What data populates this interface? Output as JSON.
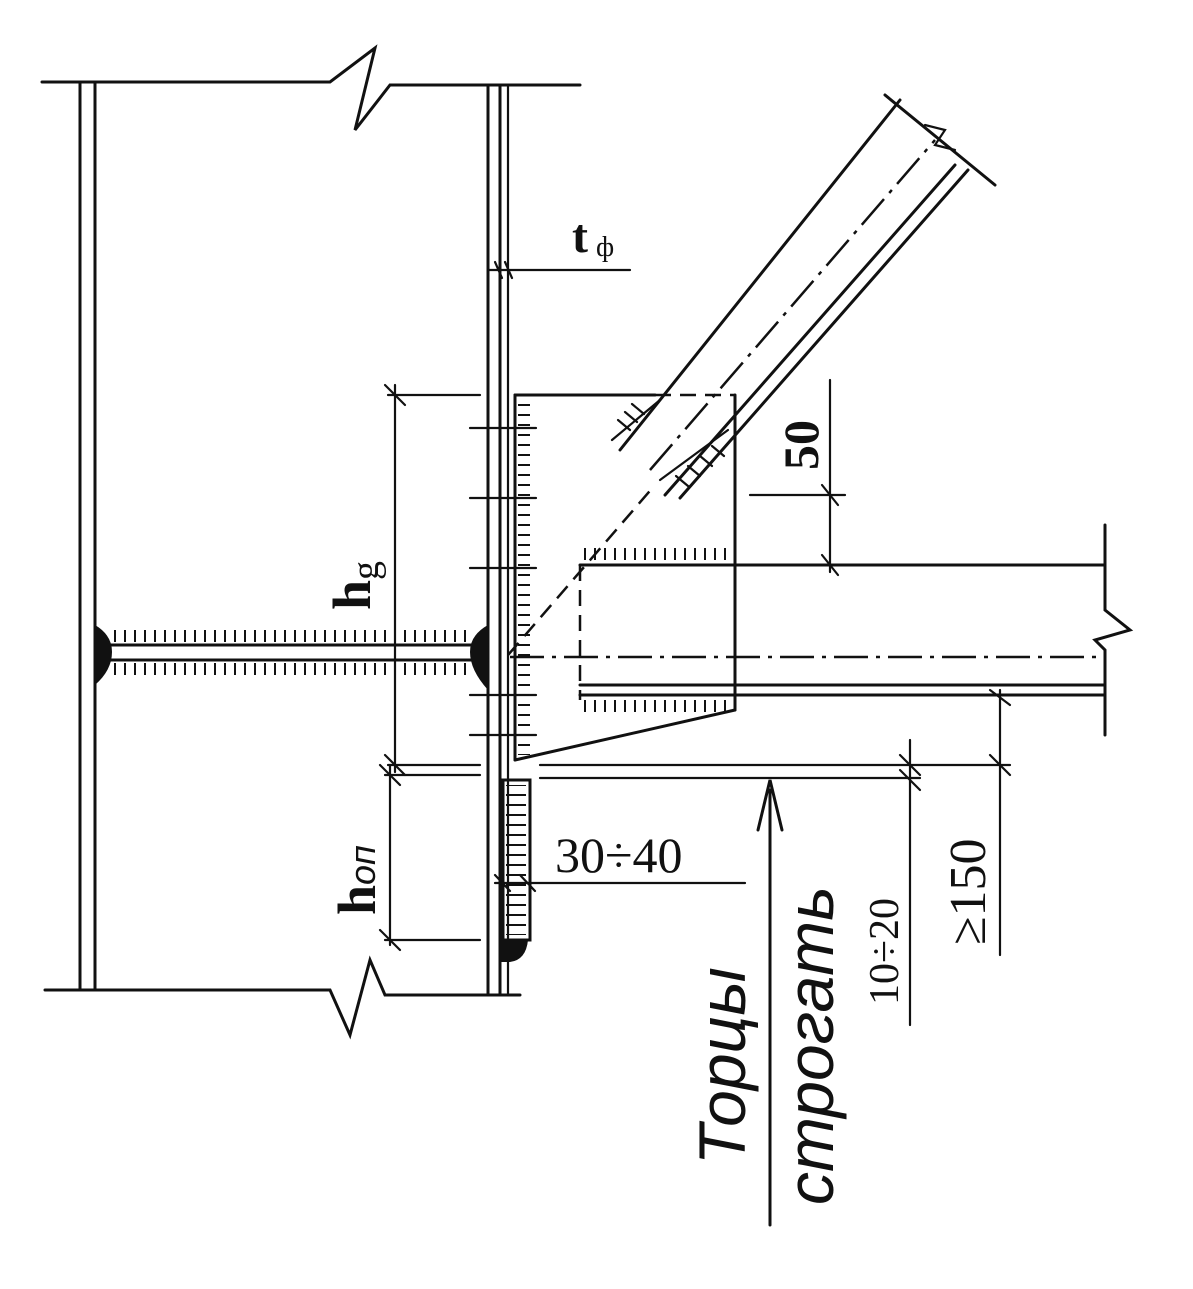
{
  "labels": {
    "t_main": "t",
    "t_sub": "ф",
    "h_g_main": "h",
    "h_g_sub": "g",
    "h_op_main": "h",
    "h_op_sub": "оп",
    "dim_50": "50",
    "dim_30_40": "30÷40",
    "dim_10_20": "10÷20",
    "dim_150": "≥150",
    "note_line1": "Торцы",
    "note_line2": "строгать"
  }
}
